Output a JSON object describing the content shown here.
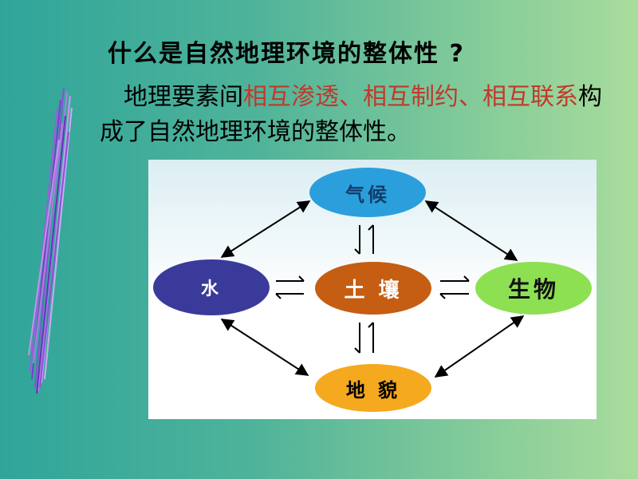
{
  "title": "什么是自然地理环境的整体性 ?",
  "body": {
    "part1": "地理要素间",
    "highlight1": "相互渗透、相互制约、相互联系",
    "part2": "构成了自然地理环境的整体性。"
  },
  "nodes": {
    "qihou": "气候",
    "shui": "水",
    "turang": "土 壤",
    "shengwu": "生物",
    "dimao": "地 貌"
  },
  "colors": {
    "qihou": "#2a9fdc",
    "shui": "#3a3a9a",
    "turang": "#c55d12",
    "shengwu": "#8ce052",
    "dimao": "#f5a91e",
    "highlight": "#c0392b"
  }
}
